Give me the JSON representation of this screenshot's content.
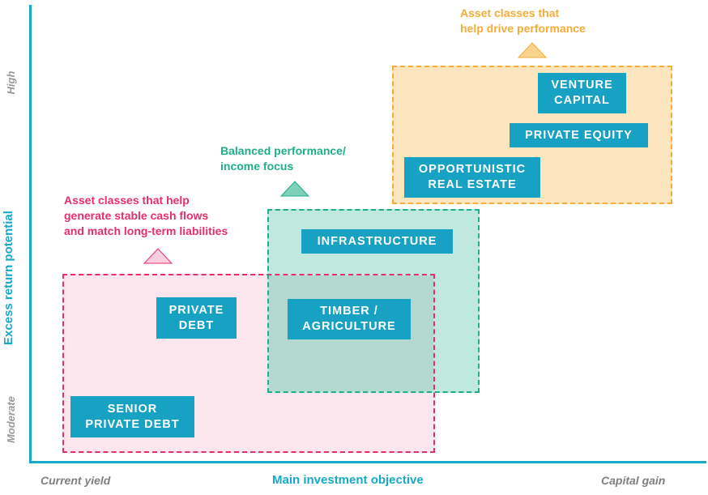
{
  "colors": {
    "axis": "#17a9c9",
    "box": "#17a2c4",
    "pink": "#e62e6b",
    "pink_fill": "#fbe6ee",
    "green": "#1fae8a",
    "green_fill": "#bfe9df",
    "overlap_fill": "#b3d8cf",
    "orange": "#f6ac36",
    "orange_fill": "#fde5bf",
    "tick_gray": "#999999"
  },
  "axes": {
    "y_title": "Excess return potential",
    "y_high": "High",
    "y_low": "Moderate",
    "x_title": "Main investment objective",
    "x_left": "Current yield",
    "x_right": "Capital gain"
  },
  "groups": {
    "stable": {
      "caption": "Asset classes that help\ngenerate stable cash flows\nand match long-term liabilities",
      "marker_icon": "triangle-up-icon"
    },
    "balanced": {
      "caption": "Balanced performance/\nincome focus",
      "marker_icon": "triangle-up-icon"
    },
    "performance": {
      "caption": "Asset classes that\nhelp drive performance",
      "marker_icon": "triangle-up-icon"
    }
  },
  "assets": {
    "venture_capital": "VENTURE\nCAPITAL",
    "private_equity": "PRIVATE EQUITY",
    "opportunistic_real_estate": "OPPORTUNISTIC\nREAL ESTATE",
    "infrastructure": "INFRASTRUCTURE",
    "private_debt": "PRIVATE\nDEBT",
    "timber_agriculture": "TIMBER /\nAGRICULTURE",
    "senior_private_debt": "SENIOR\nPRIVATE DEBT"
  }
}
